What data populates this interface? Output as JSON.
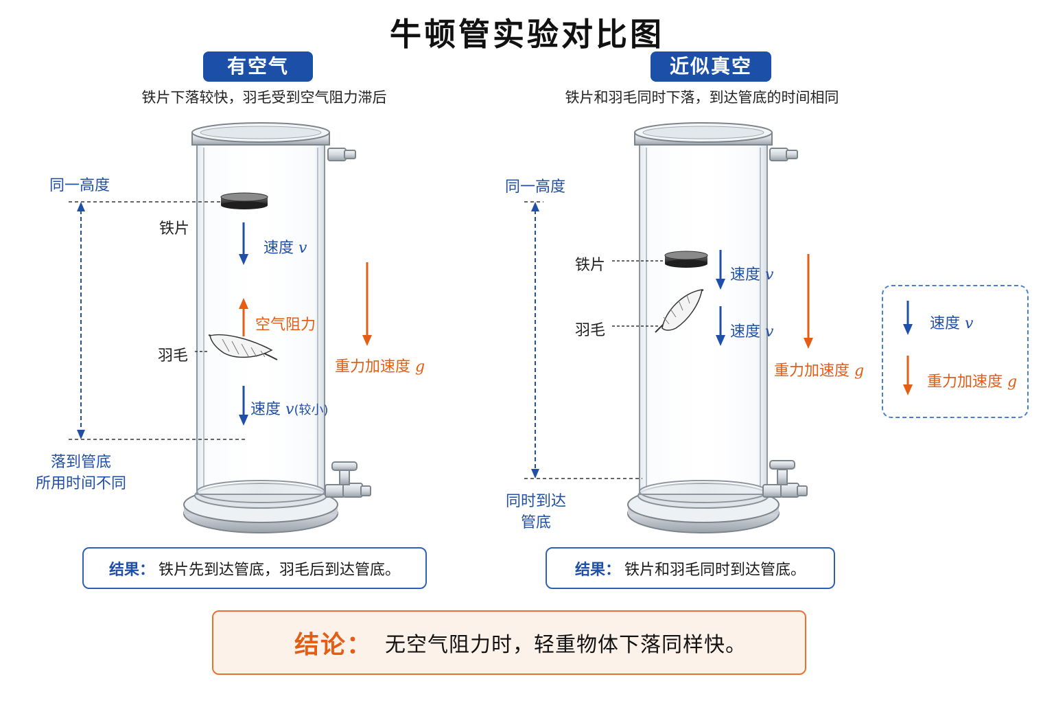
{
  "title": "牛顿管实验对比图",
  "left_panel": {
    "header": "有空气",
    "subtitle": "铁片下落较快，羽毛受到空气阻力滞后",
    "same_height": "同一高度",
    "iron_label": "铁片",
    "feather_label": "羽毛",
    "speed_label": "速度",
    "speed_var": "v",
    "air_resistance": "空气阻力",
    "gravity_label": "重力加速度",
    "gravity_var": "g",
    "speed_small_label": "速度",
    "speed_small_var": "v",
    "speed_small_note": "(较小)",
    "bottom_line1": "落到管底",
    "bottom_line2": "所用时间不同",
    "result_key": "结果：",
    "result_text": "铁片先到达管底，羽毛后到达管底。"
  },
  "right_panel": {
    "header": "近似真空",
    "subtitle": "铁片和羽毛同时下落，到达管底的时间相同",
    "same_height": "同一高度",
    "iron_label": "铁片",
    "feather_label": "羽毛",
    "speed_label": "速度",
    "speed_var": "v",
    "gravity_label": "重力加速度",
    "gravity_var": "g",
    "bottom_line1": "同时到达",
    "bottom_line2": "管底",
    "result_key": "结果：",
    "result_text": "铁片和羽毛同时到达管底。"
  },
  "legend": {
    "speed_label": "速度",
    "speed_var": "v",
    "gravity_label": "重力加速度",
    "gravity_var": "g"
  },
  "conclusion": {
    "key": "结论：",
    "text": "无空气阻力时，轻重物体下落同样快。"
  },
  "colors": {
    "blue": "#1f4fa6",
    "orange": "#e35d14",
    "pill_blue": "#1b4fa8",
    "conclusion_bg": "#fdf2ea"
  }
}
